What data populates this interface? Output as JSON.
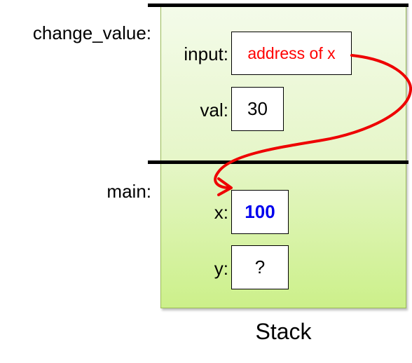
{
  "frames": [
    {
      "name": "change_value:",
      "vars": [
        {
          "label": "input:",
          "value": "address of x",
          "value_color": "#ff0000"
        },
        {
          "label": "val:",
          "value": "30"
        }
      ]
    },
    {
      "name": "main:",
      "vars": [
        {
          "label": "x:",
          "value": "100",
          "value_color": "#0000ee"
        },
        {
          "label": "y:",
          "value": "?"
        }
      ]
    }
  ],
  "caption": "Stack",
  "colors": {
    "stack_fill_top": "#f4fbea",
    "stack_fill_bottom": "#ccf08a",
    "arrow": "#ee0000"
  }
}
